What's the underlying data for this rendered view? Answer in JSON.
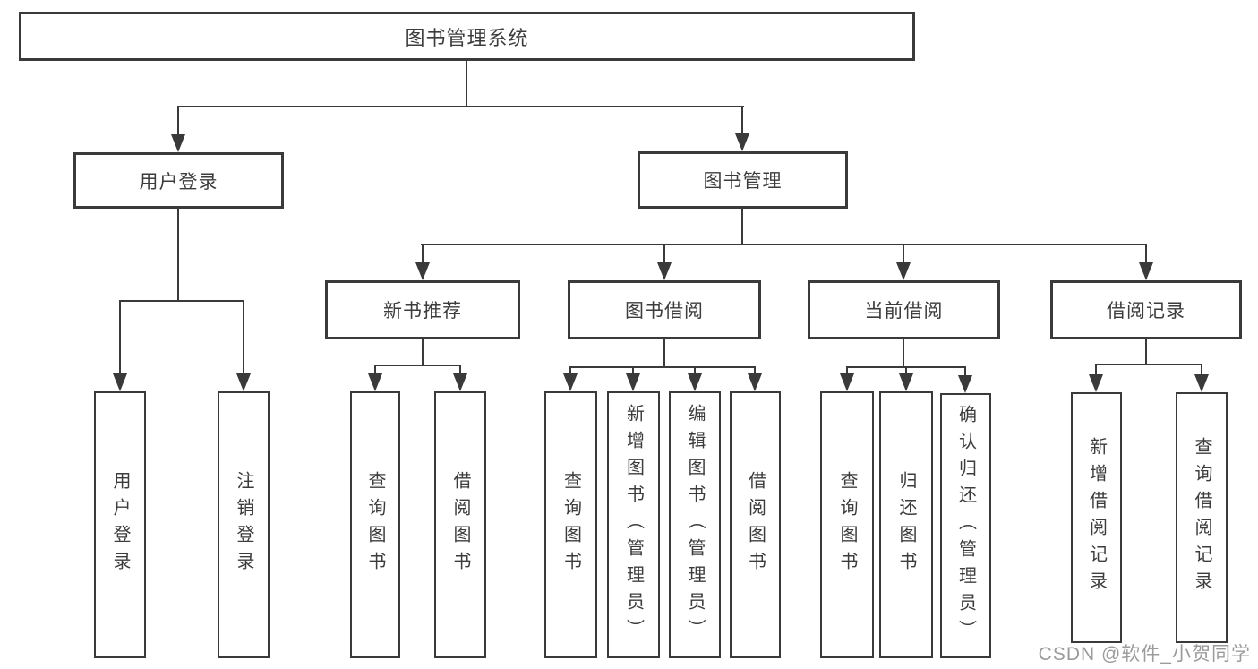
{
  "diagram": {
    "root": {
      "label": "图书管理系统"
    },
    "branches": [
      {
        "label": "用户登录",
        "children": [
          {
            "label": "用户登录"
          },
          {
            "label": "注销登录"
          }
        ]
      },
      {
        "label": "图书管理",
        "children": [
          {
            "label": "新书推荐",
            "children": [
              {
                "label": "查询图书"
              },
              {
                "label": "借阅图书"
              }
            ]
          },
          {
            "label": "图书借阅",
            "children": [
              {
                "label": "查询图书"
              },
              {
                "label": "新增图书（管理员）"
              },
              {
                "label": "编辑图书（管理员）"
              },
              {
                "label": "借阅图书"
              }
            ]
          },
          {
            "label": "当前借阅",
            "children": [
              {
                "label": "查询图书"
              },
              {
                "label": "归还图书"
              },
              {
                "label": "确认归还（管理员）"
              }
            ]
          },
          {
            "label": "借阅记录",
            "children": [
              {
                "label": "新增借阅记录"
              },
              {
                "label": "查询借阅记录"
              }
            ]
          }
        ]
      }
    ]
  },
  "watermark": {
    "text": "CSDN @软件_小贺同学"
  },
  "colors": {
    "line": "#3a3a3a",
    "text": "#3c3c3c",
    "watermark": "#9b9b9b",
    "background": "#ffffff"
  }
}
